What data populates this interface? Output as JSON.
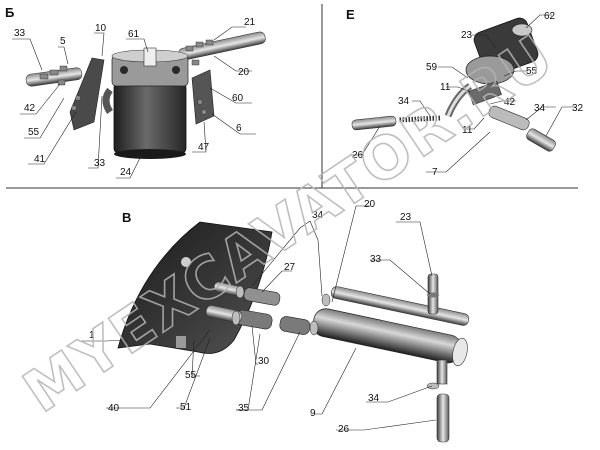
{
  "sections": {
    "b": "Б",
    "e": "Е",
    "v": "В"
  },
  "watermark": "MYEXCAVATOR.RU",
  "colors": {
    "part_dark": "#2f2f2f",
    "part_mid": "#6c6c6c",
    "part_light": "#bdbdbd",
    "line": "#222222",
    "watermark": "#b5b5b5"
  },
  "labels": {
    "b": [
      "33",
      "5",
      "10",
      "61",
      "21",
      "20",
      "42",
      "55",
      "41",
      "33",
      "24",
      "60",
      "6",
      "47"
    ],
    "e": [
      "62",
      "23",
      "59",
      "55",
      "11",
      "42",
      "34",
      "32",
      "34",
      "11",
      "26",
      "7"
    ],
    "v": [
      "34",
      "20",
      "23",
      "27",
      "33",
      "1",
      "55",
      "40",
      "51",
      "30",
      "35",
      "9",
      "34",
      "26"
    ]
  }
}
